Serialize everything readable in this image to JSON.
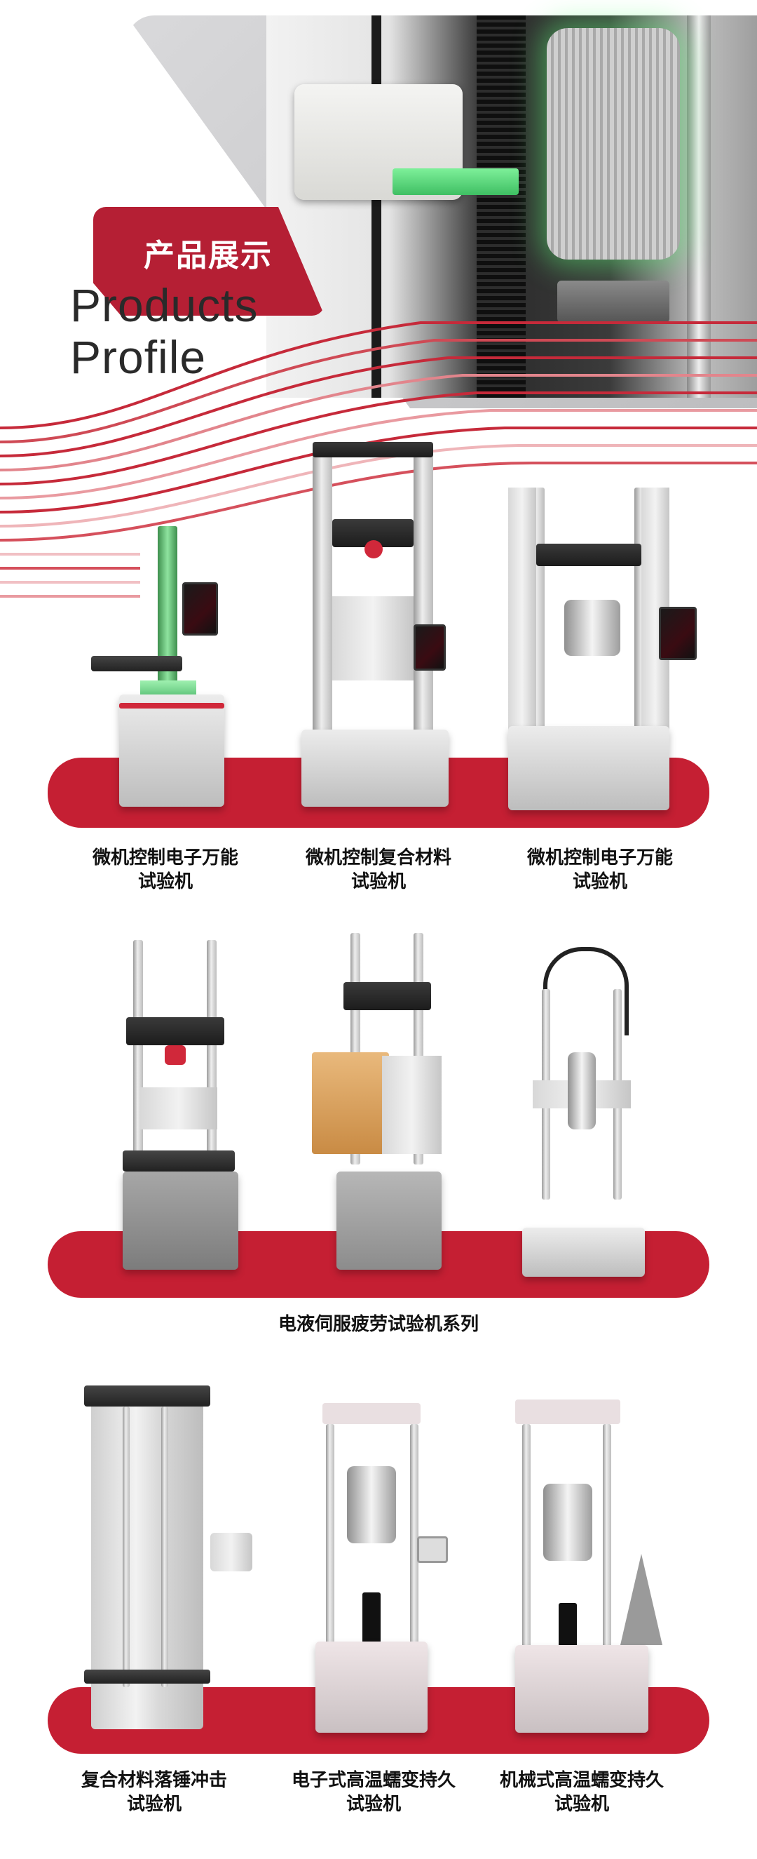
{
  "header": {
    "title_cn": "产品展示",
    "title_en_line1": "Products",
    "title_en_line2": "Profile"
  },
  "row1": {
    "labels": [
      {
        "line1": "微机控制电子万能",
        "line2": "试验机"
      },
      {
        "line1": "微机控制复合材料",
        "line2": "试验机"
      },
      {
        "line1": "微机控制电子万能",
        "line2": "试验机"
      }
    ]
  },
  "row2": {
    "label": "电液伺服疲劳试验机系列"
  },
  "row3": {
    "labels": [
      {
        "line1": "复合材料落锤冲击",
        "line2": "试验机"
      },
      {
        "line1": "电子式高温蠕变持久",
        "line2": "试验机"
      },
      {
        "line1": "机械式高温蠕变持久",
        "line2": "试验机"
      }
    ]
  },
  "colors": {
    "brand_red": "#c51f33",
    "tab_red": "#b51f34",
    "text_dark": "#111111"
  }
}
